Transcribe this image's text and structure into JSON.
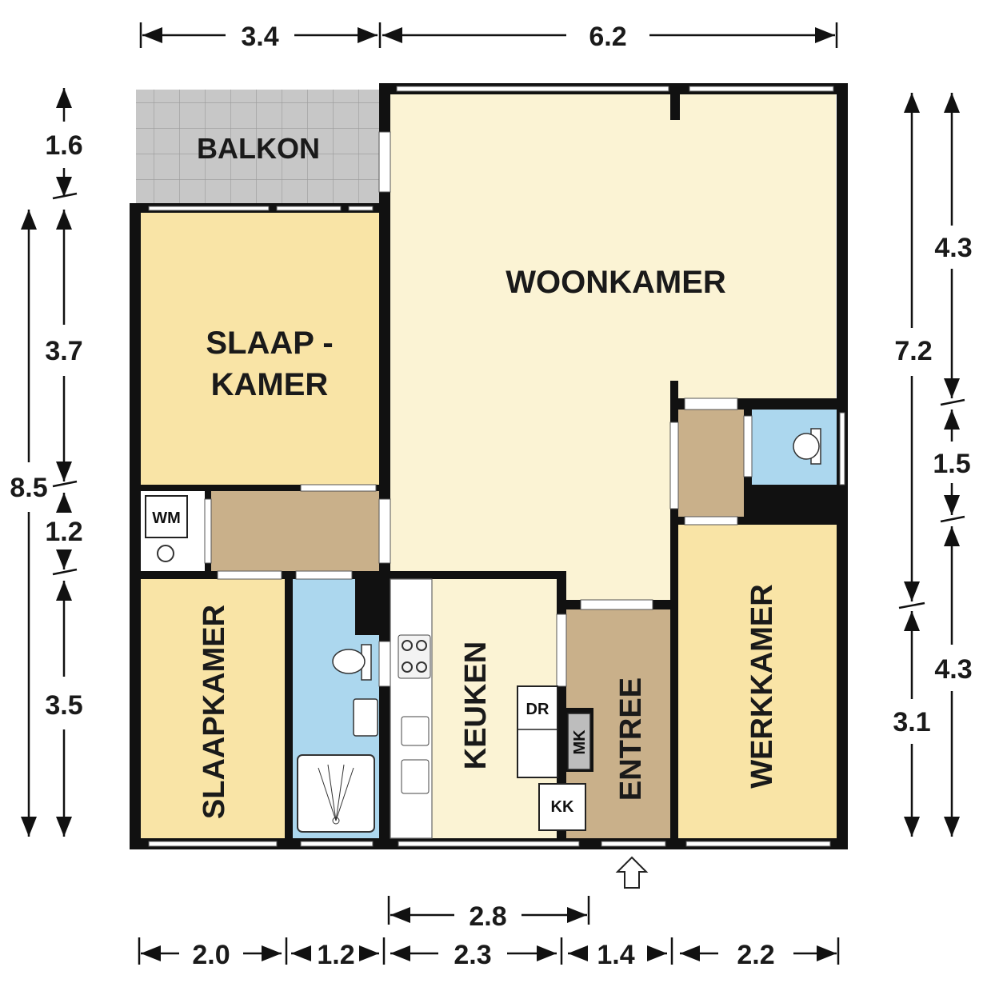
{
  "rooms": {
    "balkon": "BALKON",
    "woonkamer": "WOONKAMER",
    "slaapkamer_top_line1": "SLAAP -",
    "slaapkamer_top_line2": "KAMER",
    "slaapkamer_bottom": "SLAAPKAMER",
    "keuken": "KEUKEN",
    "entree": "ENTREE",
    "werkkamer": "WERKKAMER"
  },
  "fixtures": {
    "washing_machine": "WM",
    "dryer": "DR",
    "meter_cupboard": "MK",
    "fridge": "KK"
  },
  "dimensions": {
    "top": [
      "3.4",
      "6.2"
    ],
    "bottom": [
      "2.0",
      "1.2",
      "2.3",
      "1.4",
      "2.2"
    ],
    "bottom_inner": "2.8",
    "left_inner": [
      "1.6",
      "3.7",
      "1.2",
      "3.5"
    ],
    "left_outer": "8.5",
    "right_inner": [
      "4.3",
      "1.5",
      "4.3"
    ],
    "right_outer": [
      "7.2",
      "3.1"
    ]
  },
  "colors": {
    "wall": "#111111",
    "living": "#fbf3d4",
    "bedroom": "#f9e4a6",
    "hall": "#c9b08a",
    "bath": "#acd7ee",
    "balcony": "#c7c7c7",
    "kitchen": "#fbf3d4"
  }
}
